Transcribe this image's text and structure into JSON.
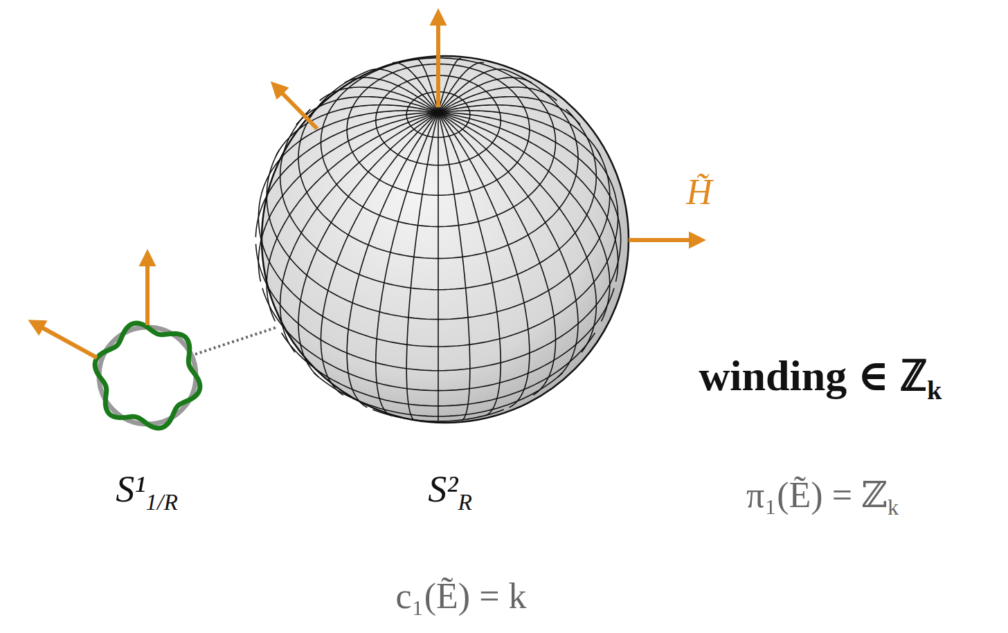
{
  "diagram": {
    "labels": [
      "H̃",
      "S¹1/R",
      "S²R",
      "winding ∈ ℤk",
      "π₁(Ẽ) = ℤk",
      "c₁(Ẽ) = k"
    ]
  }
}
